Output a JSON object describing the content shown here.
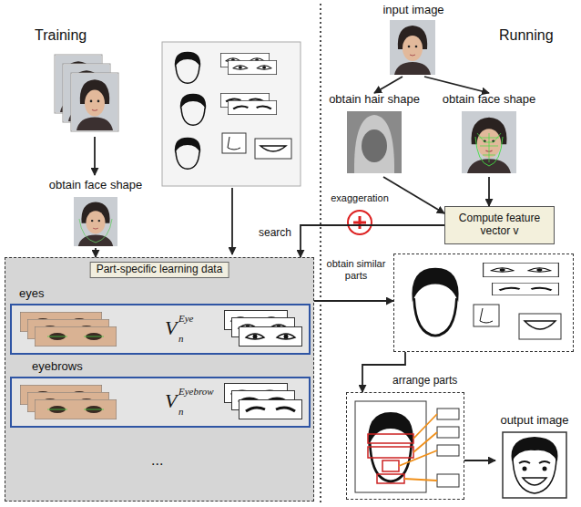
{
  "diagram": {
    "nodes": [
      {
        "text": [
          "obtain face shape"
        ]
      },
      {
        "text": [
          "Part-specific learning data"
        ]
      },
      {
        "text": [
          "eyes",
          "V",
          "n",
          "Eye"
        ],
        "in": 1
      },
      {
        "text": [
          "eyebrows",
          "V",
          "n",
          "Eyebrow"
        ],
        "in": 1
      },
      {
        "text": [
          "input image"
        ]
      },
      {
        "text": [
          "obtain hair shape"
        ]
      },
      {
        "text": [
          "obtain face shape"
        ]
      },
      {
        "text": [
          "Compute feature vector v"
        ]
      },
      {
        "text": [
          "obtain similar parts"
        ]
      },
      {
        "text": [
          "arrange parts"
        ]
      },
      {
        "text": [
          "output image"
        ]
      }
    ],
    "edges": [
      {
        "from": 0,
        "to": 1,
        "arrow": "to"
      },
      {
        "from": 4,
        "to": 5,
        "arrow": "to"
      },
      {
        "from": 4,
        "to": 6,
        "arrow": "to"
      },
      {
        "from": 5,
        "to": 7,
        "arrow": "to"
      },
      {
        "from": 6,
        "to": 7,
        "arrow": "to"
      },
      {
        "from": 7,
        "to": 1,
        "arrow": "to",
        "label": "search"
      },
      {
        "from": 1,
        "to": 8,
        "arrow": "to"
      },
      {
        "from": 8,
        "to": 9,
        "arrow": "to"
      },
      {
        "from": 9,
        "to": 10,
        "arrow": "to"
      }
    ],
    "labels": [
      "Training",
      "Running",
      "exaggeration",
      "..."
    ]
  }
}
